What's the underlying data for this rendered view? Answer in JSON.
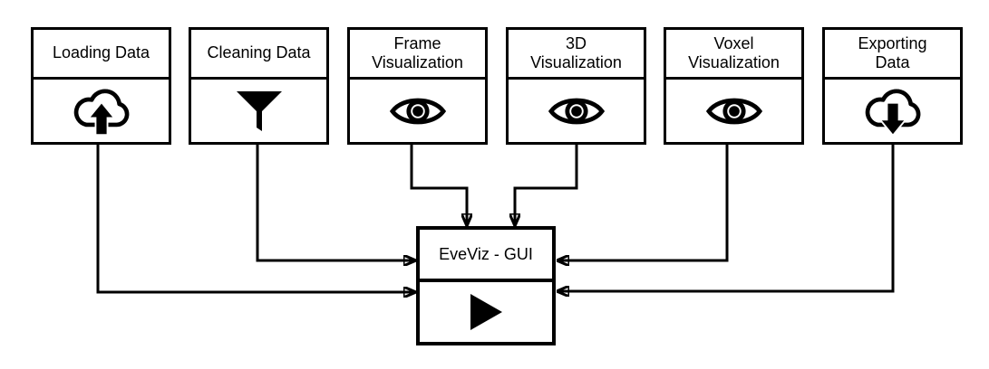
{
  "diagram": {
    "background_color": "#ffffff",
    "stroke_color": "#000000",
    "nodes": [
      {
        "label": "Loading Data",
        "icon": "cloud-upload-icon"
      },
      {
        "label": "Cleaning Data",
        "icon": "filter-icon"
      },
      {
        "label": "Frame\nVisualization",
        "icon": "eye-icon"
      },
      {
        "label": "3D\nVisualization",
        "icon": "eye-icon"
      },
      {
        "label": "Voxel\nVisualization",
        "icon": "eye-icon"
      },
      {
        "label": "Exporting\nData",
        "icon": "cloud-download-icon"
      }
    ],
    "hub": {
      "title": "EveViz - GUI",
      "icon": "play-icon"
    },
    "edges": [
      {
        "from": "Loading Data",
        "to": "EveViz - GUI"
      },
      {
        "from": "Cleaning Data",
        "to": "EveViz - GUI"
      },
      {
        "from": "Frame Visualization",
        "to": "EveViz - GUI"
      },
      {
        "from": "3D Visualization",
        "to": "EveViz - GUI"
      },
      {
        "from": "Voxel Visualization",
        "to": "EveViz - GUI"
      },
      {
        "from": "Exporting Data",
        "to": "EveViz - GUI"
      }
    ]
  }
}
